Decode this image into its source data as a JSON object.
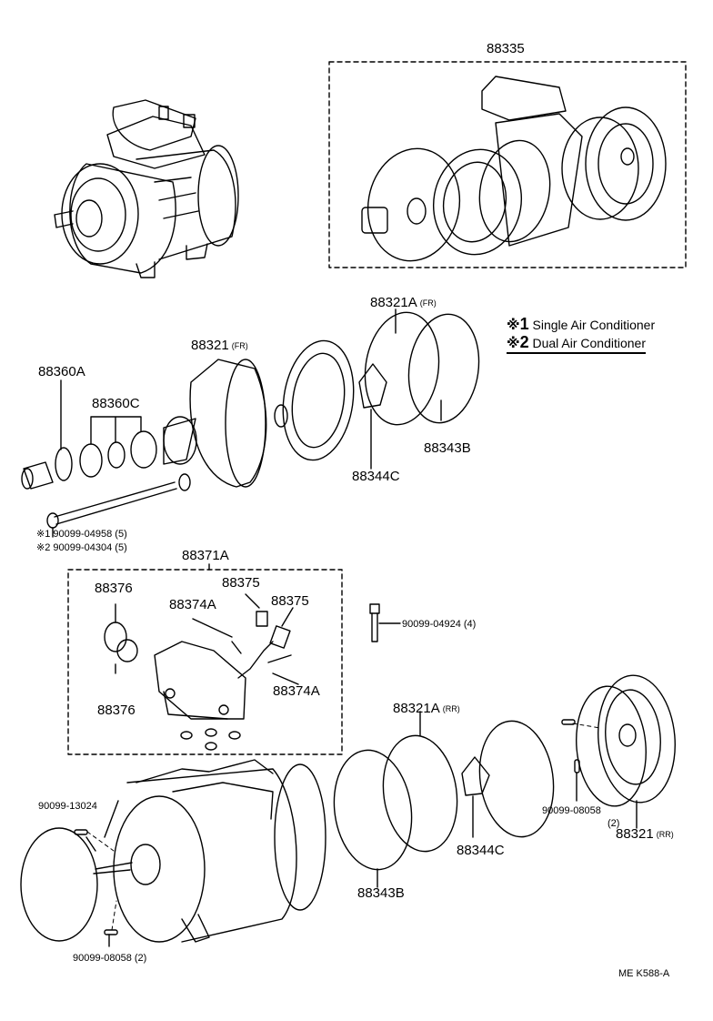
{
  "labels": {
    "assy_88335": "88335",
    "p88321A_fr": "88321A",
    "p88321A_fr_tag": "(FR)",
    "p88321_fr": "88321",
    "p88321_fr_tag": "(FR)",
    "p88360A": "88360A",
    "p88360C": "88360C",
    "p88344C_top": "88344C",
    "p88343B_top": "88343B",
    "bolt1": "※1 90099-04958 (5)",
    "bolt2": "※2 90099-04304 (5)",
    "p88371A": "88371A",
    "p88376_top": "88376",
    "p88376_bottom": "88376",
    "p88375_a": "88375",
    "p88375_b": "88375",
    "p88374A_top": "88374A",
    "p88374A_bottom": "88374A",
    "bolt_04924": "90099-04924 (4)",
    "p88321A_rr": "88321A",
    "p88321A_rr_tag": "(RR)",
    "p90099_13024": "90099-13024",
    "p88344C_bottom": "88344C",
    "p90099_08058_right": "90099-08058",
    "p90099_08058_right_qty": "(2)",
    "p88321_rr": "88321",
    "p88321_rr_tag": "(RR)",
    "p88343B_bottom": "88343B",
    "p90099_08058_left": "90099-08058 (2)",
    "drawing_code": "ME  K588-A"
  },
  "notes": {
    "n1_mark": "※",
    "n1_num": "1",
    "n1_text": "Single Air Conditioner",
    "n2_mark": "※",
    "n2_num": "2",
    "n2_text": "Dual Air Conditioner"
  }
}
